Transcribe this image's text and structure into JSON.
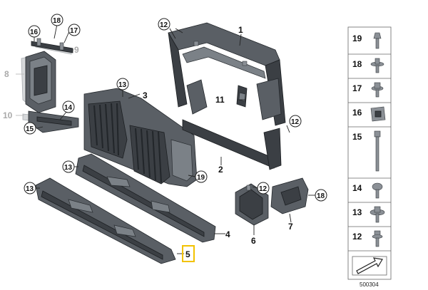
{
  "callouts": {
    "c1": "1",
    "c2": "2",
    "c3": "3",
    "c4": "4",
    "c5": "5",
    "c6": "6",
    "c7": "7",
    "c8": "8",
    "c9": "9",
    "c10": "10",
    "c11": "11",
    "c12a": "12",
    "c12b": "12",
    "c12c": "12",
    "c13a": "13",
    "c13b": "13",
    "c13c": "13",
    "c14": "14",
    "c15": "15",
    "c16": "16",
    "c17": "17",
    "c18a": "18",
    "c18b": "18",
    "c19": "19"
  },
  "panel": {
    "r19": "19",
    "r18": "18",
    "r17": "17",
    "r16": "16",
    "r15": "15",
    "r14": "14",
    "r13": "13",
    "r12": "12"
  },
  "reference_number": "500304",
  "colors": {
    "highlight": "#f2c200",
    "part": "#3b3f44",
    "ghost": "#d6d8da"
  }
}
